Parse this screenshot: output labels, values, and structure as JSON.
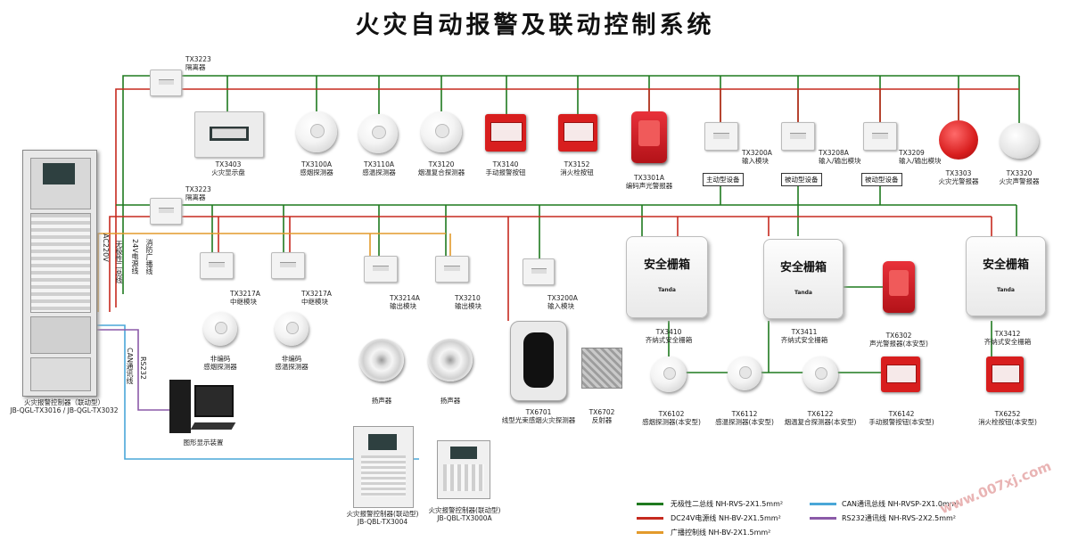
{
  "title": "火灾自动报警及联动控制系统",
  "colors": {
    "bus_green": "#1f7a1f",
    "power_red": "#c62a1f",
    "broadcast_orange": "#e39a2b",
    "can_blue": "#4aa7d8",
    "rs232_purple": "#8b5aa8"
  },
  "isolators": {
    "top": {
      "model": "TX3223",
      "name": "隔离器"
    },
    "mid": {
      "model": "TX3223",
      "name": "隔离器"
    }
  },
  "top_row": [
    {
      "model": "TX3403",
      "name": "火灾显示盘"
    },
    {
      "model": "TX3100A",
      "name": "感烟探测器"
    },
    {
      "model": "TX3110A",
      "name": "感温探测器"
    },
    {
      "model": "TX3120",
      "name": "烟温复合探测器"
    },
    {
      "model": "TX3140",
      "name": "手动报警按钮"
    },
    {
      "model": "TX3152",
      "name": "消火栓按钮"
    },
    {
      "model": "TX3301A",
      "name": "编码声光警报器"
    },
    {
      "model": "TX3200A",
      "name": "输入模块"
    },
    {
      "model": "TX3208A",
      "name": "输入/输出模块"
    },
    {
      "model": "TX3209",
      "name": "输入/输出模块"
    },
    {
      "model": "TX3303",
      "name": "火灾光警报器"
    },
    {
      "model": "TX3320",
      "name": "火灾声警报器"
    }
  ],
  "device_tags": [
    "主动型设备",
    "被动型设备",
    "被动型设备"
  ],
  "mid_row": [
    {
      "model": "TX3217A",
      "name": "中继模块"
    },
    {
      "model": "TX3217A",
      "name": "中继模块"
    },
    {
      "model": "TX3214A",
      "name": "输出模块"
    },
    {
      "model": "TX3210",
      "name": "输出模块"
    },
    {
      "model": "TX3200A",
      "name": "输入模块"
    }
  ],
  "non_coded": [
    {
      "line1": "非编码",
      "line2": "感烟探测器"
    },
    {
      "line1": "非编码",
      "line2": "感温探测器"
    }
  ],
  "speakers": [
    "扬声器",
    "扬声器"
  ],
  "beam": [
    {
      "model": "TX6701",
      "name": "线型光束感烟火灾探测器"
    },
    {
      "model": "TX6702",
      "name": "反射器"
    }
  ],
  "safety_boxes": [
    {
      "title": "安全栅箱",
      "logo": "Tanda",
      "model": "TX3410",
      "name": "齐纳式安全栅箱"
    },
    {
      "title": "安全栅箱",
      "logo": "Tanda",
      "model": "TX3411",
      "name": "齐纳式安全栅箱"
    },
    {
      "title": "安全栅箱",
      "logo": "Tanda",
      "model": "TX3412",
      "name": "齐纳式安全栅箱"
    }
  ],
  "ex_devices": [
    {
      "model": "TX6302",
      "name": "声光警报器(本安型)"
    },
    {
      "model": "TX6102",
      "name": "感烟探测器(本安型)"
    },
    {
      "model": "TX6112",
      "name": "感温探测器(本安型)"
    },
    {
      "model": "TX6122",
      "name": "烟温复合探测器(本安型)"
    },
    {
      "model": "TX6142",
      "name": "手动报警按钮(本安型)"
    },
    {
      "model": "TX6252",
      "name": "消火栓按钮(本安型)"
    }
  ],
  "cabinet": {
    "line1": "火灾报警控制器（联动型）",
    "line2": "JB-QGL-TX3016 / JB-QGL-TX3032"
  },
  "cabinet_wires": [
    "无极性二总线",
    "AC220V",
    "24V电源线",
    "消防广播线",
    "CAN通讯线",
    "RS232"
  ],
  "monitor": "图形显示装置",
  "panel_a": {
    "line1": "火灾报警控制器(联动型)",
    "line2": "JB-QBL-TX3004"
  },
  "panel_b": {
    "line1": "火灾报警控制器(联动型)",
    "line2": "JB-QBL-TX3000A"
  },
  "legend": [
    {
      "label": "无极性二总线",
      "cable": "NH-RVS-2X1.5mm²",
      "color": "#1f7a1f"
    },
    {
      "label": "DC24V电源线",
      "cable": "NH-BV-2X1.5mm²",
      "color": "#c62a1f"
    },
    {
      "label": "广播控制线",
      "cable": "NH-BV-2X1.5mm²",
      "color": "#e39a2b"
    },
    {
      "label": "CAN通讯总线",
      "cable": "NH-RVSP-2X1.0mm²",
      "color": "#4aa7d8"
    },
    {
      "label": "RS232通讯线",
      "cable": "NH-RVS-2X2.5mm²",
      "color": "#8b5aa8"
    }
  ],
  "watermark": "www.007xj.com"
}
